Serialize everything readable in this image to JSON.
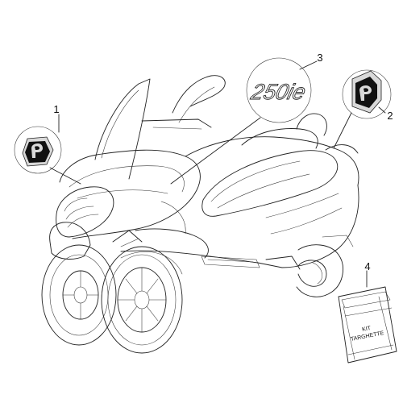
{
  "callouts": [
    {
      "number": "1"
    },
    {
      "number": "2"
    },
    {
      "number": "3"
    },
    {
      "number": "4"
    }
  ],
  "badge_3_text": "250ie",
  "kit_bag": {
    "line1": "KIT",
    "line2": "TARGHETTE"
  },
  "colors": {
    "line": "#222222",
    "badge_fill": "#d9d9d9",
    "emblem": "#111111"
  }
}
